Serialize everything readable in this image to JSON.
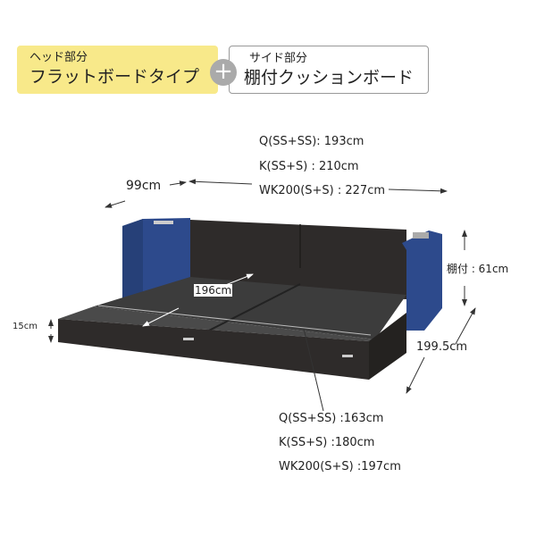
{
  "head_tag": {
    "sub": "ヘッド部分",
    "main": "フラットボードタイプ",
    "color": "#f8e98a"
  },
  "side_tag": {
    "sub": "サイド部分",
    "main": "棚付クッションボード"
  },
  "plus_icon": "plus-icon",
  "dimensions": {
    "width_lines": [
      "Q(SS+SS): 193cm",
      "K(SS+S) : 210cm",
      "WK200(S+S) : 227cm"
    ],
    "depth_top": "99cm",
    "mattress_length": "196cm",
    "height_frame": "15cm",
    "shelf_height": "棚付 : 61cm",
    "length_total": "199.5cm",
    "inner_width_lines": [
      "Q(SS+SS) :163cm",
      "K(SS+S) :180cm",
      "WK200(S+S) :197cm"
    ]
  },
  "colors": {
    "frame": "#2e2b2a",
    "cushion": "#2d4a8c",
    "platform": "#3a3a3a"
  }
}
